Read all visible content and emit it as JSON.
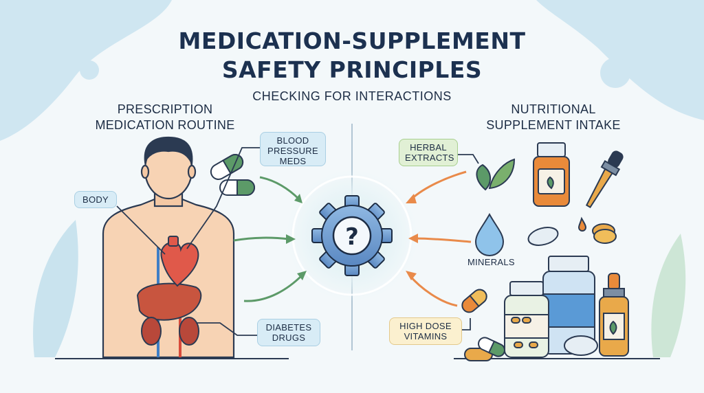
{
  "title": {
    "line1": "MEDICATION-SUPPLEMENT",
    "line2": "SAFETY PRINCIPLES"
  },
  "subtitle": "CHECKING FOR INTERACTIONS",
  "left": {
    "heading_line1": "PRESCRIPTION",
    "heading_line2": "MEDICATION ROUTINE",
    "labels": {
      "body": "BODY",
      "bp_line1": "BLOOD",
      "bp_line2": "PRESSURE",
      "bp_line3": "MEDS",
      "diabetes_line1": "DIABETES",
      "diabetes_line2": "DRUGS"
    }
  },
  "right": {
    "heading_line1": "NUTRITIONAL",
    "heading_line2": "SUPPLEMENT INTAKE",
    "labels": {
      "herbal_line1": "HERBAL",
      "herbal_line2": "EXTRACTS",
      "minerals": "MINERALS",
      "vitamins_line1": "HIGH DOSE",
      "vitamins_line2": "VITAMINS"
    }
  },
  "center": {
    "icon": "gear-question-icon",
    "symbol": "?"
  },
  "colors": {
    "title": "#1c3150",
    "green_arrow": "#5c9a68",
    "orange_arrow": "#e98a4a",
    "gear": "#6b9bd2",
    "heart": "#e0594a",
    "liver": "#c8553f",
    "skin": "#f7d3b4"
  }
}
